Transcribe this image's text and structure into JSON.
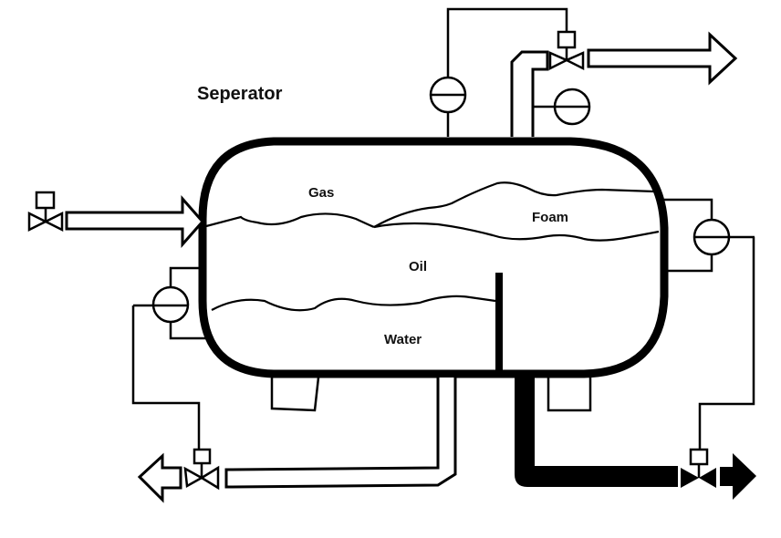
{
  "diagram": {
    "title": "Seperator",
    "vessel_labels": {
      "gas": "Gas",
      "foam": "Foam",
      "oil": "Oil",
      "water": "Water"
    },
    "components": [
      {
        "name": "vessel",
        "type": "horizontal-separator-vessel"
      },
      {
        "name": "feed-inlet",
        "type": "hollow-arrow",
        "direction": "in"
      },
      {
        "name": "gas-outlet",
        "type": "hollow-arrow",
        "direction": "out"
      },
      {
        "name": "oil-outlet",
        "type": "hollow-arrow",
        "direction": "out"
      },
      {
        "name": "water-outlet",
        "type": "solid-arrow",
        "direction": "out"
      },
      {
        "name": "weir",
        "type": "baffle-plate"
      },
      {
        "name": "pressure-transmitter",
        "type": "instrument-circle"
      },
      {
        "name": "gas-flow-transmitter",
        "type": "instrument-circle"
      },
      {
        "name": "interface-level-transmitter",
        "type": "instrument-circle"
      },
      {
        "name": "water-level-transmitter",
        "type": "instrument-circle"
      },
      {
        "name": "inlet-control-valve",
        "type": "control-valve"
      },
      {
        "name": "gas-control-valve",
        "type": "control-valve"
      },
      {
        "name": "oil-control-valve",
        "type": "control-valve"
      },
      {
        "name": "water-control-valve",
        "type": "control-valve"
      }
    ],
    "colors": {
      "line": "#000000",
      "background": "#ffffff"
    }
  }
}
